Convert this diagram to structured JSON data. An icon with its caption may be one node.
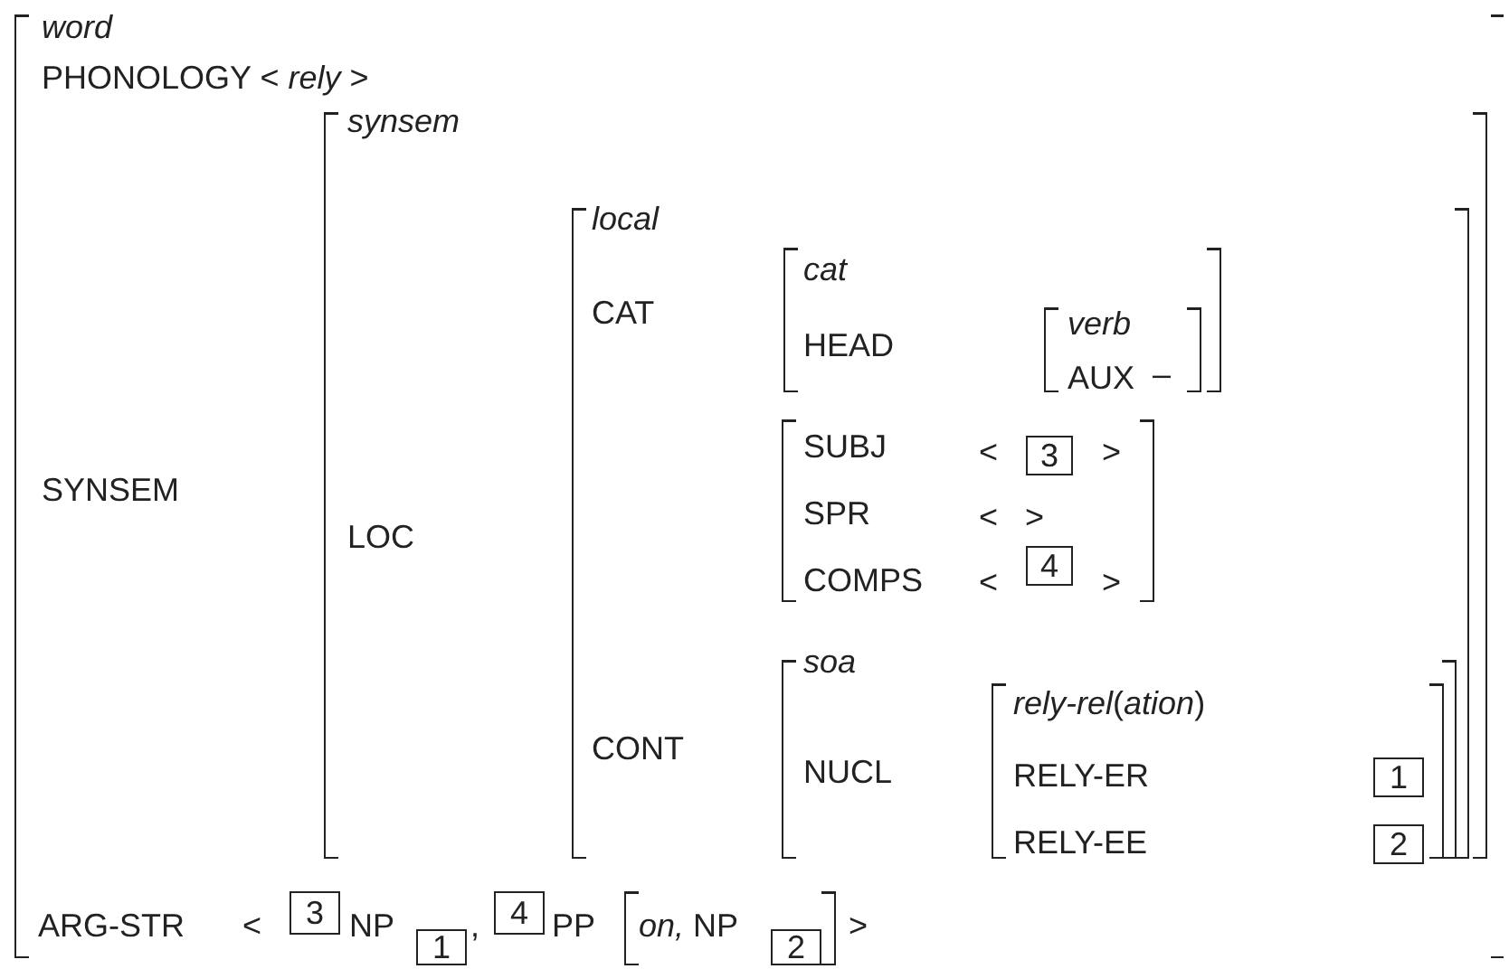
{
  "diagram": {
    "nodes": [
      {
        "text": [
          "word",
          "PHONOLOGY < *rely* >",
          "SYNSEM",
          "ARG-STR",
          "<",
          "NP",
          ",",
          "PP",
          ">"
        ]
      },
      {
        "text": [
          "synsem",
          "LOC"
        ],
        "in": 0
      },
      {
        "text": [
          "local",
          "CAT",
          "CONT"
        ],
        "in": 1
      },
      {
        "text": [
          "cat",
          "HEAD"
        ],
        "in": 2
      },
      {
        "text": [
          "verb",
          "AUX",
          "–"
        ],
        "in": 3
      },
      {
        "text": [
          "SUBJ",
          "<",
          ">",
          "SPR",
          "<   >",
          "COMPS",
          "<",
          ">"
        ],
        "in": 2
      },
      {
        "text": [
          "3"
        ],
        "in": 5
      },
      {
        "text": [
          "4"
        ],
        "in": 5
      },
      {
        "text": [
          "soa",
          "NUCL"
        ],
        "in": 2
      },
      {
        "text": [
          "*rely-rel*(*ation*)",
          "RELY-ER",
          "RELY-EE"
        ],
        "in": 8
      },
      {
        "text": [
          "1"
        ],
        "in": 9
      },
      {
        "text": [
          "2"
        ],
        "in": 9
      },
      {
        "text": [
          "3"
        ],
        "in": 0
      },
      {
        "text": [
          "1"
        ],
        "in": 0
      },
      {
        "text": [
          "4"
        ],
        "in": 0
      },
      {
        "text": [
          "*on,* NP"
        ],
        "in": 0
      },
      {
        "text": [
          "2"
        ],
        "in": 15
      }
    ]
  }
}
